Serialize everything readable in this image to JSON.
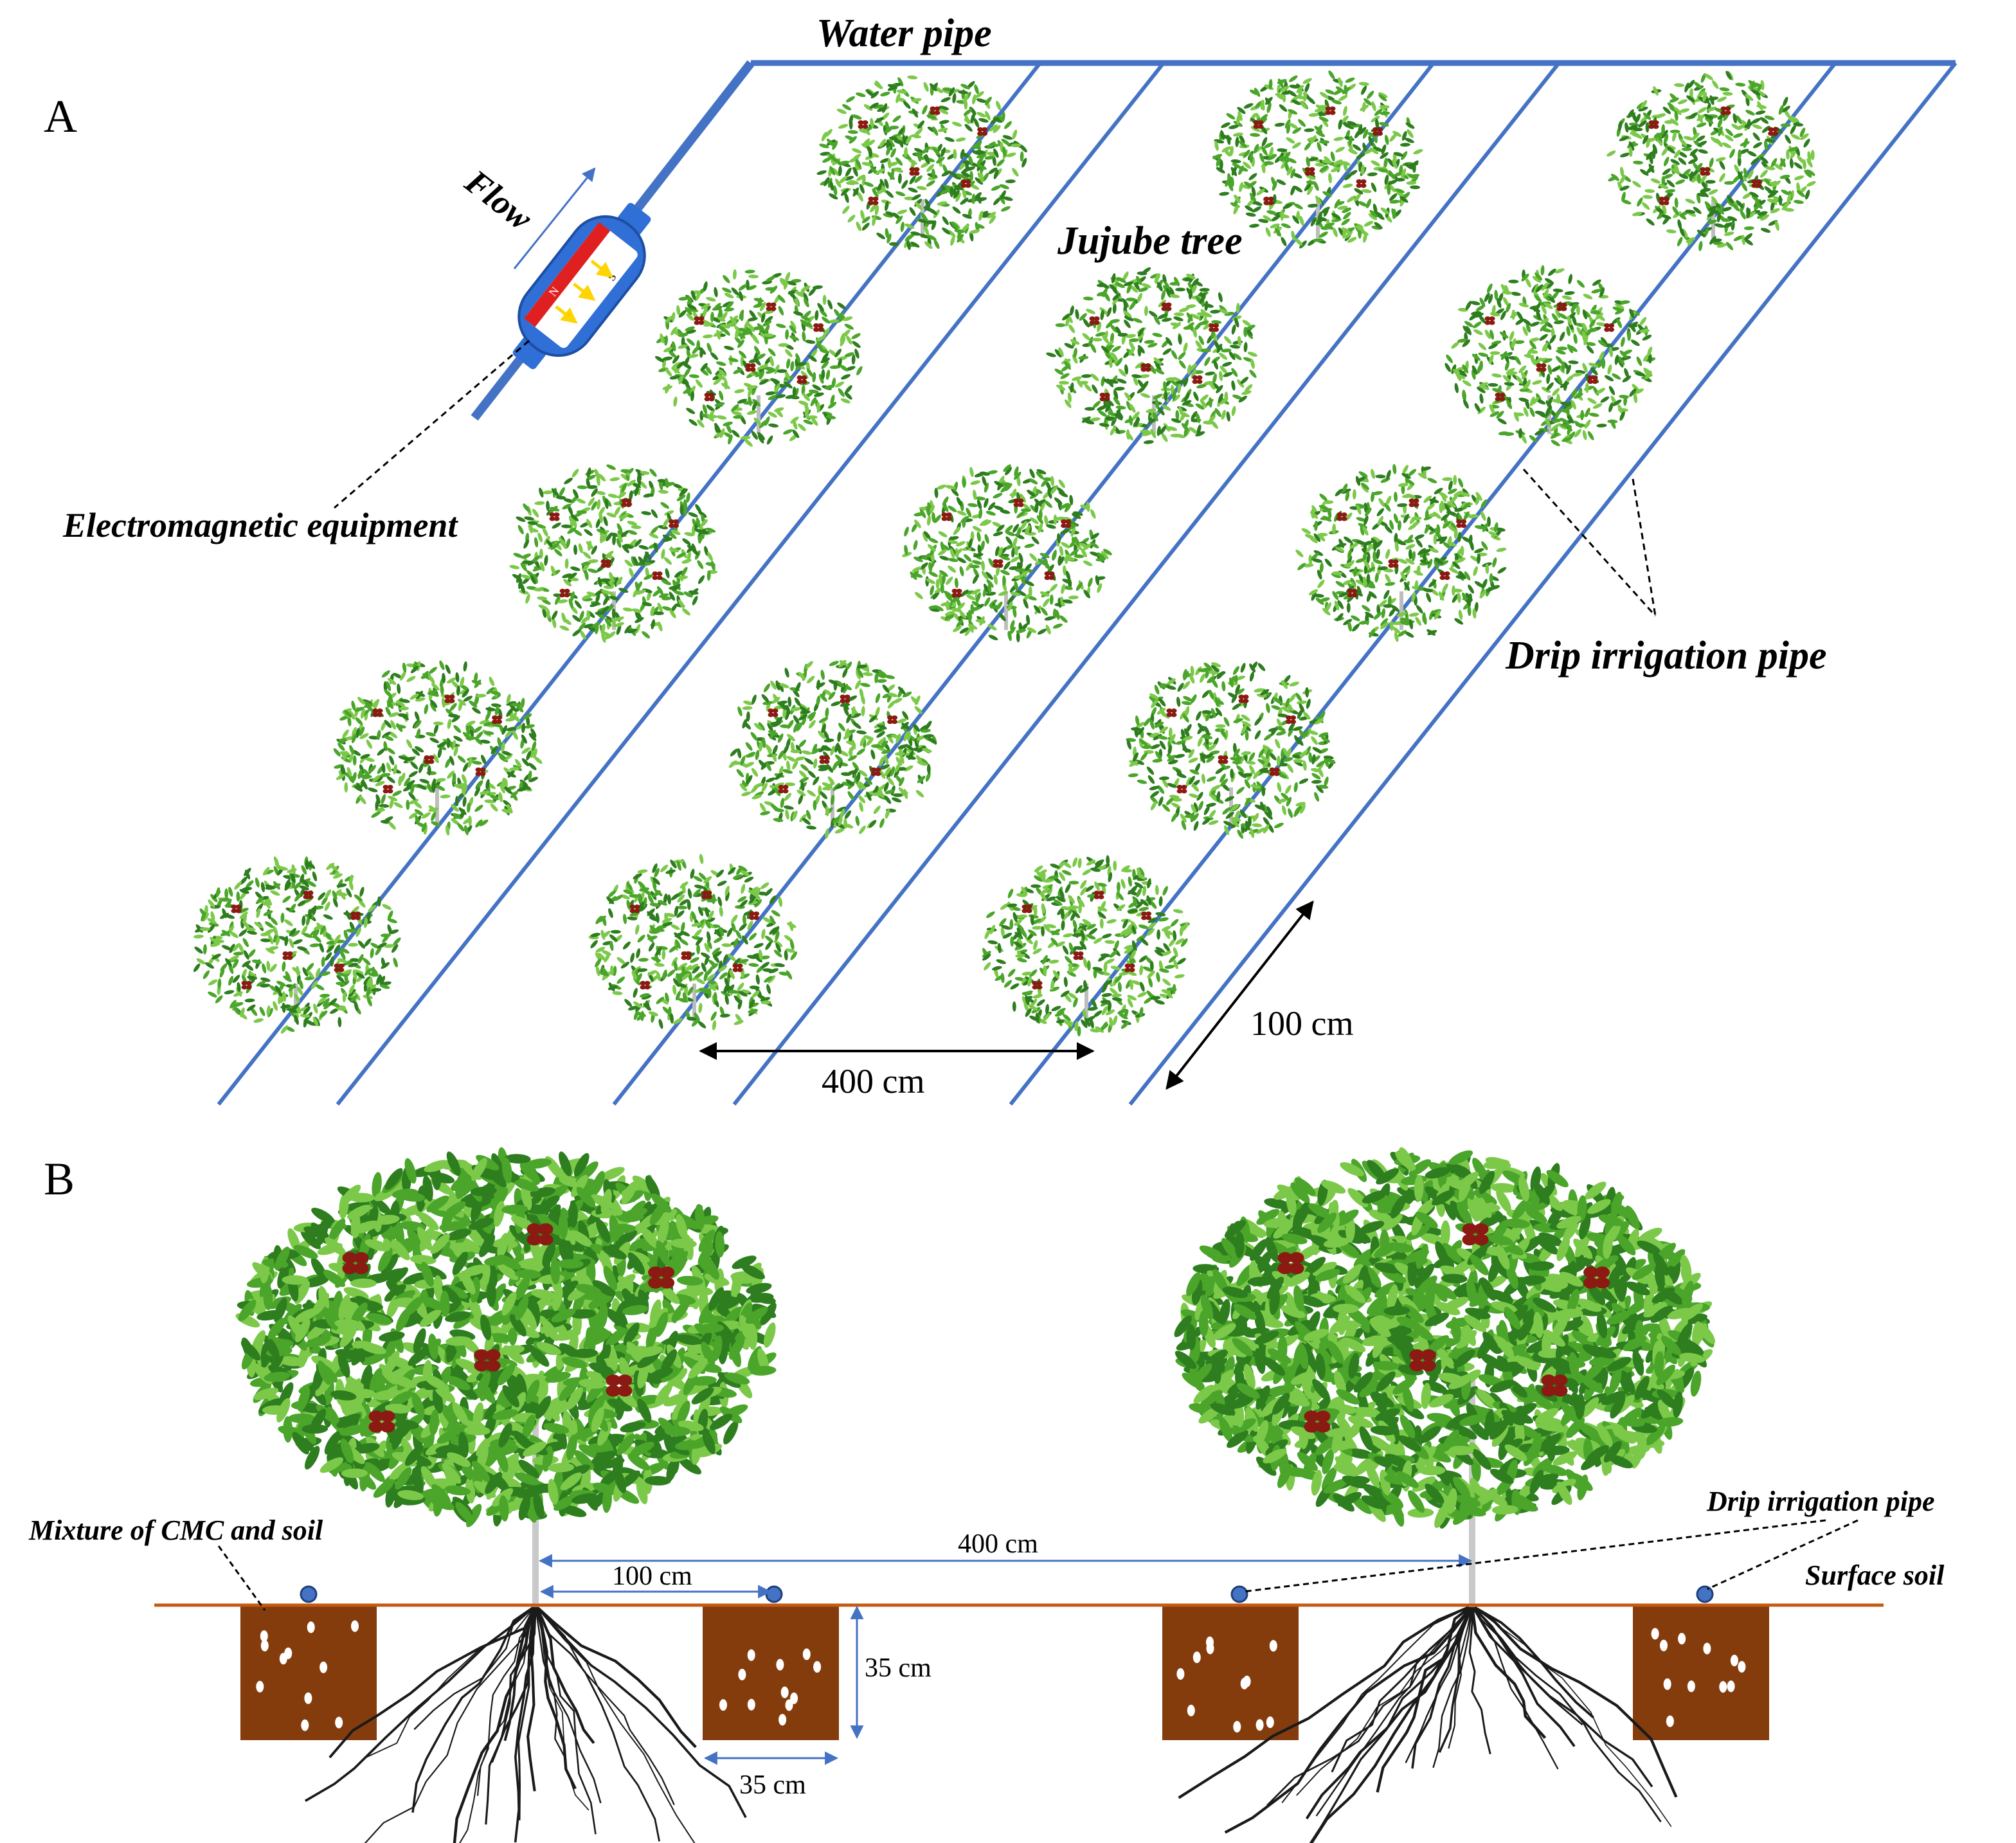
{
  "panels": {
    "a": {
      "letter": "A"
    },
    "b": {
      "letter": "B"
    }
  },
  "labels": {
    "water_pipe": "Water pipe",
    "flow": "Flow",
    "jujube_tree": "Jujube tree",
    "electromagnetic_equipment": "Electromagnetic equipment",
    "drip_irrigation_pipe_a": "Drip irrigation pipe",
    "row_spacing": "400 cm",
    "plant_spacing": "100 cm",
    "mixture": "Mixture of CMC and soil",
    "drip_irrigation_pipe_b": "Drip irrigation pipe",
    "surface_soil": "Surface soil",
    "tree_spacing": "400 cm",
    "pipe_distance": "100 cm",
    "pit_depth": "35 cm",
    "pit_width": "35 cm"
  },
  "magnet": {
    "north": "N",
    "south": "S"
  },
  "colors": {
    "pipe": "#4472c4",
    "foliage_dark": "#2e7d1f",
    "foliage_mid": "#4aa52a",
    "foliage_light": "#7cc94a",
    "fruit": "#8b1a12",
    "soil_line": "#c55a11",
    "soil_block": "#843c0c",
    "magnet_body": "#2f6fd6",
    "magnet_n": "#e02020",
    "arrow": "#ffd400",
    "root": "#1a1a1a"
  }
}
